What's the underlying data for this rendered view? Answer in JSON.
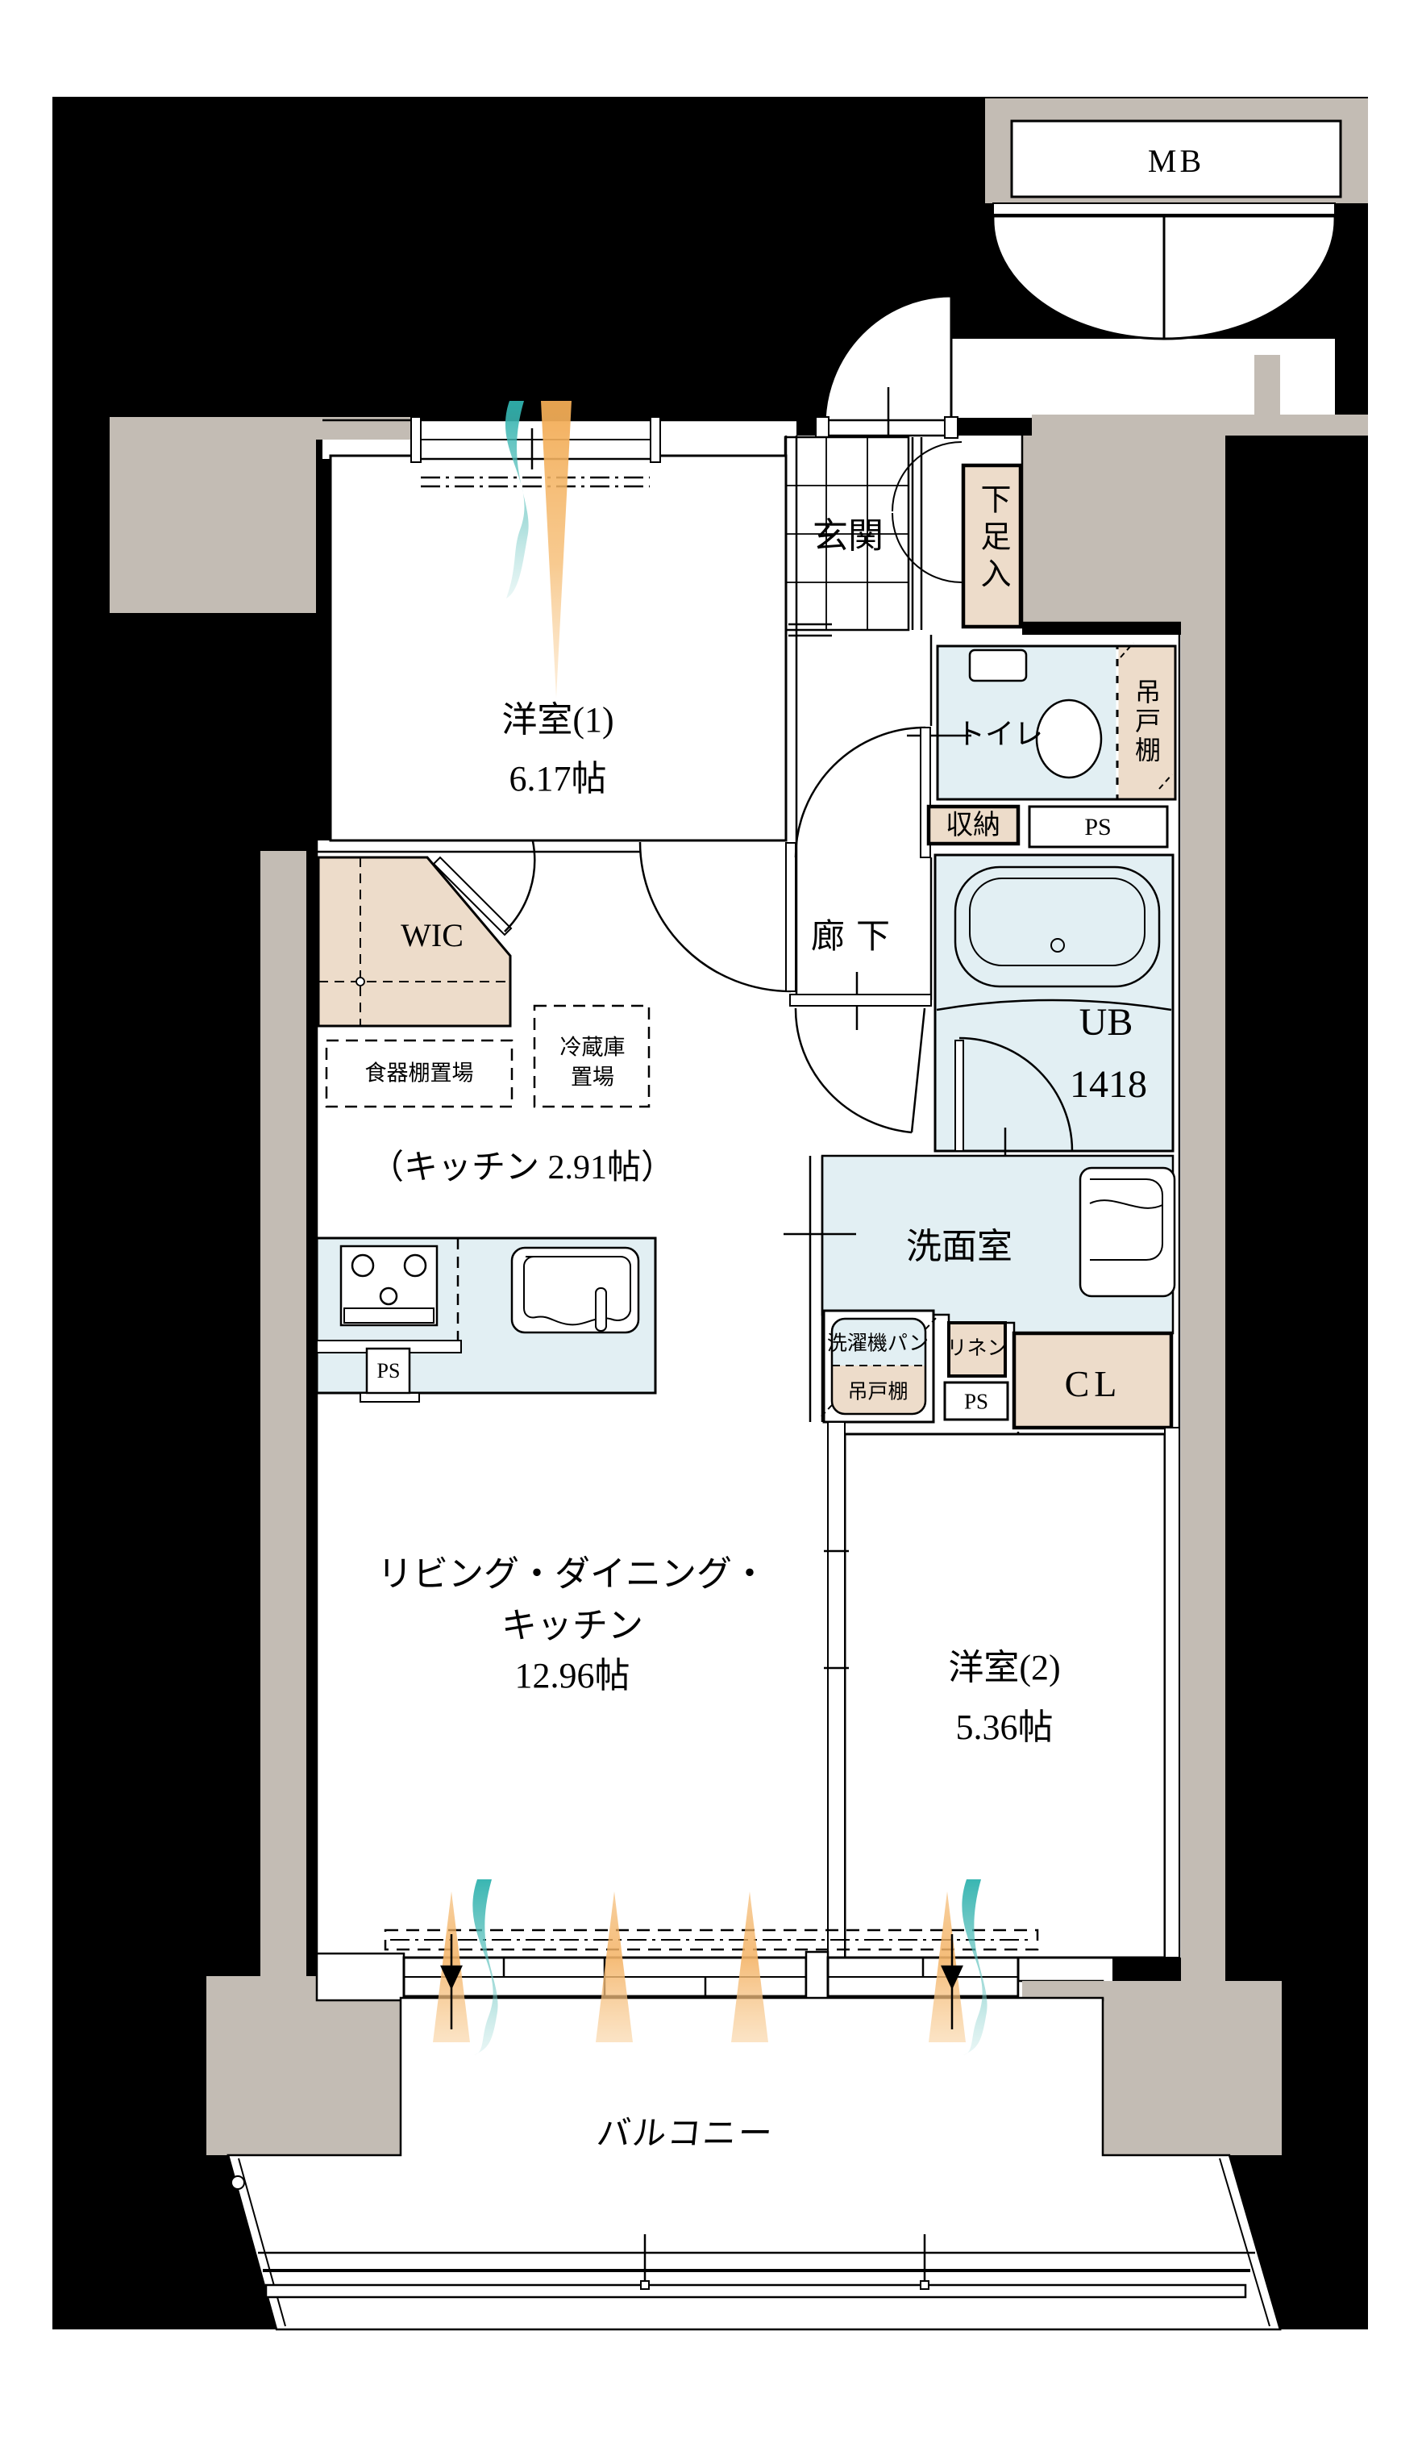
{
  "plan_type": "floor-plan",
  "colors": {
    "page_bg": "#ffffff",
    "plan_bg": "#000000",
    "wall_gray": "#c3bcb4",
    "fixture_tan": "#eddcca",
    "water_blue": "#e2eff3",
    "sun_orange": "#f4b86c",
    "air_teal": "#43b6b1",
    "line_black": "#000000"
  },
  "labels": {
    "mb": "MB",
    "genkan": "玄関",
    "getabako": "下足入",
    "toilet": "トイレ",
    "hanging_cupboard": "吊戸棚",
    "storage": "収納",
    "ps": "PS",
    "corridor": "廊下",
    "unit_bath": "UB",
    "unit_bath_size": "1418",
    "washroom": "洗面室",
    "washer_pan": "洗濯機パン",
    "linen": "リネン",
    "closet": "CL",
    "wic": "WIC",
    "dish_shelf": "食器棚置場",
    "fridge_line1": "冷蔵庫",
    "fridge_line2": "置場",
    "kitchen_note": "（キッチン 2.91帖）",
    "room1_name": "洋室(1)",
    "room1_size": "6.17帖",
    "ldk_line1": "リビング・ダイニング・",
    "ldk_line2": "キッチン",
    "ldk_line3": "12.96帖",
    "room2_name": "洋室(2)",
    "room2_size": "5.36帖",
    "balcony": "バルコニー"
  }
}
